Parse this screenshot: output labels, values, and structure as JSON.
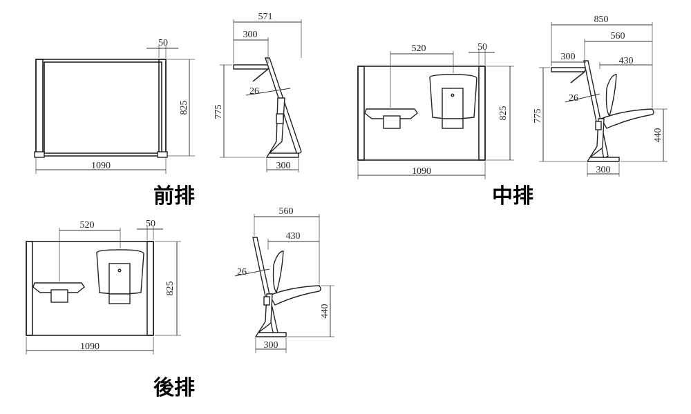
{
  "labels": {
    "front": "前排",
    "middle": "中排",
    "back": "後排"
  },
  "front_front": {
    "width": "1090",
    "height": "825",
    "edge": "50"
  },
  "front_side": {
    "depth": "571",
    "desk": "300",
    "height": "775",
    "angle": "26",
    "base": "300"
  },
  "middle_front": {
    "width": "1090",
    "height": "825",
    "spacing": "520",
    "edge": "50"
  },
  "middle_side": {
    "depth": "850",
    "seat_depth": "560",
    "seat_inner": "430",
    "desk": "300",
    "height": "775",
    "seat_height": "440",
    "angle": "26",
    "base": "300"
  },
  "back_front": {
    "width": "1090",
    "height": "825",
    "spacing": "520",
    "edge": "50"
  },
  "back_side": {
    "seat_depth": "560",
    "seat_inner": "430",
    "angle": "26",
    "seat_height": "440",
    "base": "300"
  }
}
